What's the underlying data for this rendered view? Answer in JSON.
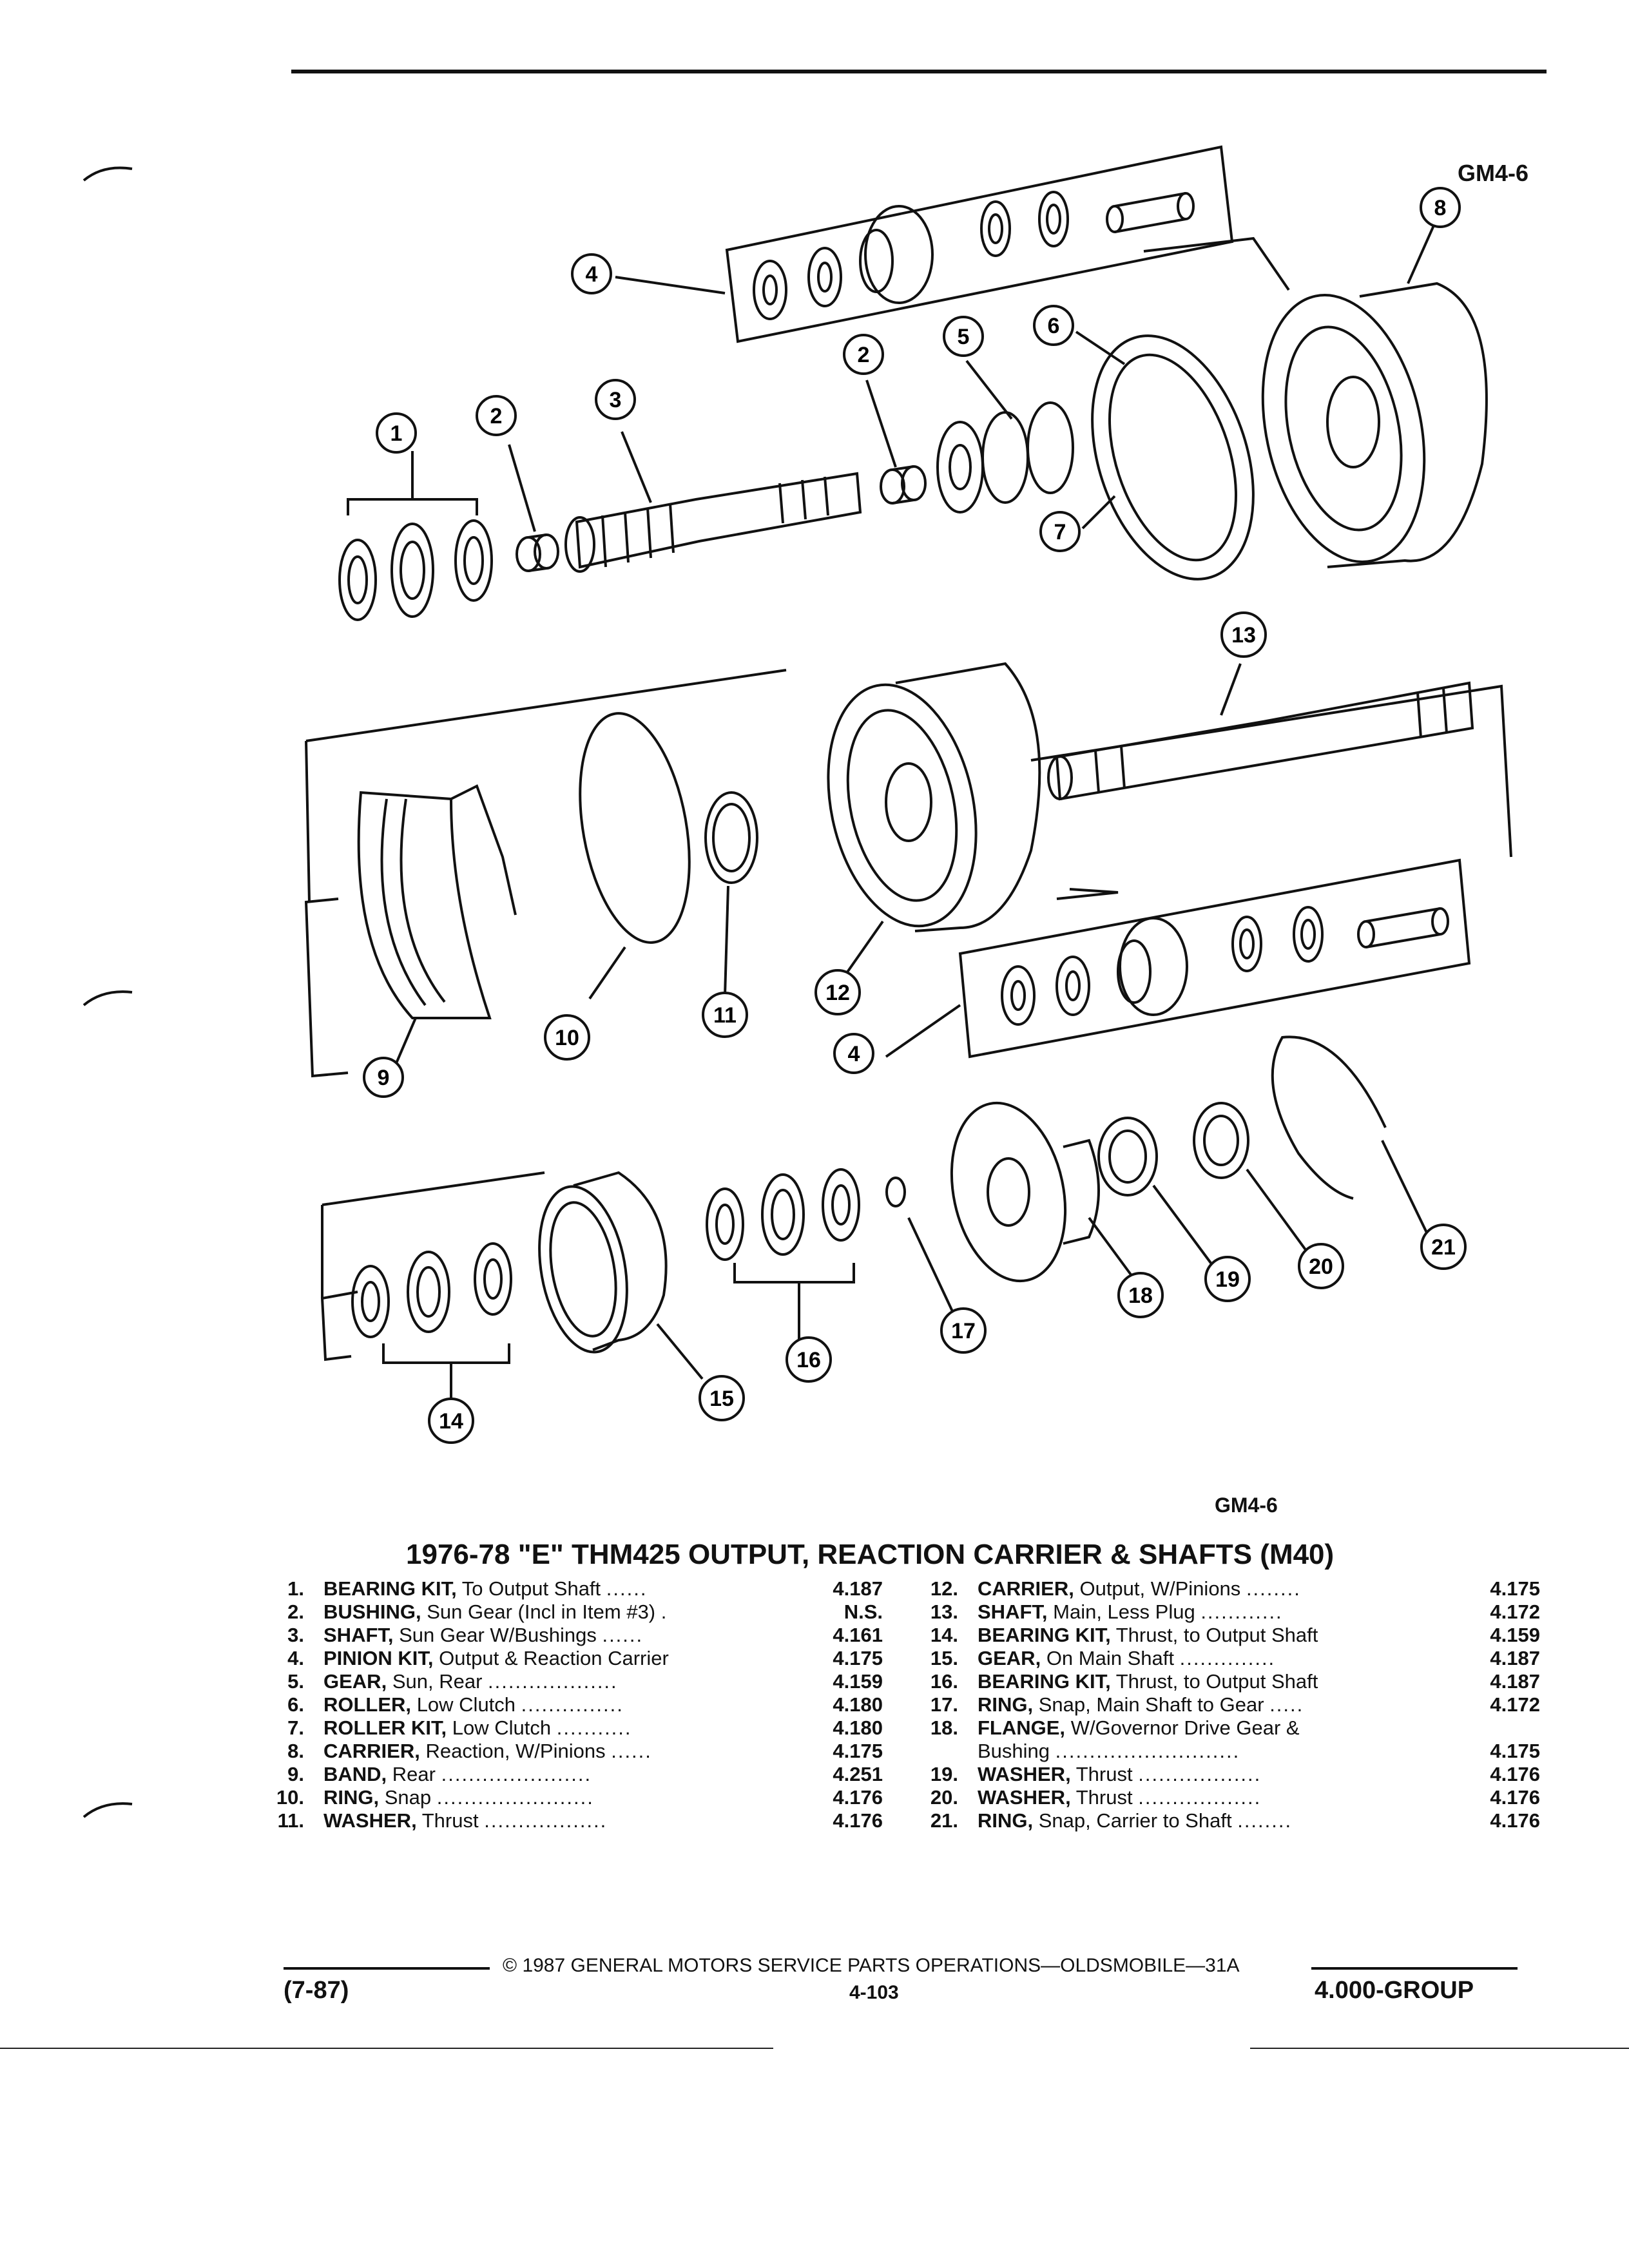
{
  "figure": {
    "ref_top": "GM4-6",
    "ref_bottom": "GM4-6",
    "callouts": [
      "1",
      "2",
      "3",
      "4",
      "2",
      "5",
      "6",
      "7",
      "8",
      "13",
      "9",
      "10",
      "11",
      "12",
      "4",
      "14",
      "15",
      "16",
      "17",
      "18",
      "19",
      "20",
      "21"
    ]
  },
  "title": "1976-78 \"E\" THM425 OUTPUT, REACTION CARRIER & SHAFTS (M40)",
  "parts_left": [
    {
      "num": "1.",
      "name": "BEARING KIT,",
      "desc": "To Output Shaft",
      "leader": "......",
      "group": "4.187"
    },
    {
      "num": "2.",
      "name": "BUSHING,",
      "desc": "Sun Gear (Incl in Item #3)",
      "leader": ".",
      "group": "N.S."
    },
    {
      "num": "3.",
      "name": "SHAFT,",
      "desc": "Sun Gear W/Bushings",
      "leader": "......",
      "group": "4.161"
    },
    {
      "num": "4.",
      "name": "PINION KIT,",
      "desc": "Output & Reaction Carrier",
      "leader": "",
      "group": "4.175"
    },
    {
      "num": "5.",
      "name": "GEAR,",
      "desc": "Sun, Rear",
      "leader": "...................",
      "group": "4.159"
    },
    {
      "num": "6.",
      "name": "ROLLER,",
      "desc": "Low Clutch",
      "leader": "...............",
      "group": "4.180"
    },
    {
      "num": "7.",
      "name": "ROLLER KIT,",
      "desc": "Low Clutch",
      "leader": "...........",
      "group": "4.180"
    },
    {
      "num": "8.",
      "name": "CARRIER,",
      "desc": "Reaction, W/Pinions",
      "leader": "......",
      "group": "4.175"
    },
    {
      "num": "9.",
      "name": "BAND,",
      "desc": "Rear",
      "leader": "......................",
      "group": "4.251"
    },
    {
      "num": "10.",
      "name": "RING,",
      "desc": "Snap",
      "leader": ".......................",
      "group": "4.176"
    },
    {
      "num": "11.",
      "name": "WASHER,",
      "desc": "Thrust",
      "leader": "..................",
      "group": "4.176"
    }
  ],
  "parts_right": [
    {
      "num": "12.",
      "name": "CARRIER,",
      "desc": "Output, W/Pinions",
      "leader": "........",
      "group": "4.175"
    },
    {
      "num": "13.",
      "name": "SHAFT,",
      "desc": "Main, Less Plug",
      "leader": "............",
      "group": "4.172"
    },
    {
      "num": "14.",
      "name": "BEARING KIT,",
      "desc": "Thrust, to Output Shaft",
      "leader": "",
      "group": "4.159"
    },
    {
      "num": "15.",
      "name": "GEAR,",
      "desc": "On Main Shaft",
      "leader": "..............",
      "group": "4.187"
    },
    {
      "num": "16.",
      "name": "BEARING KIT,",
      "desc": "Thrust, to Output Shaft",
      "leader": "",
      "group": "4.187"
    },
    {
      "num": "17.",
      "name": "RING,",
      "desc": "Snap, Main Shaft to Gear",
      "leader": ".....",
      "group": "4.172"
    },
    {
      "num": "18.",
      "name": "FLANGE,",
      "desc": "W/Governor Drive Gear &",
      "leader": "",
      "group": ""
    },
    {
      "num": "",
      "name": "",
      "desc": "Bushing",
      "leader": "...........................",
      "group": "4.175"
    },
    {
      "num": "19.",
      "name": "WASHER,",
      "desc": "Thrust",
      "leader": "..................",
      "group": "4.176"
    },
    {
      "num": "20.",
      "name": "WASHER,",
      "desc": "Thrust",
      "leader": "..................",
      "group": "4.176"
    },
    {
      "num": "21.",
      "name": "RING,",
      "desc": "Snap, Carrier to Shaft",
      "leader": "........",
      "group": "4.176"
    }
  ],
  "footer": {
    "copyright": "© 1987 GENERAL MOTORS SERVICE PARTS OPERATIONS—OLDSMOBILE—31A",
    "revision": "(7-87)",
    "page": "4-103",
    "group": "4.000-GROUP"
  }
}
